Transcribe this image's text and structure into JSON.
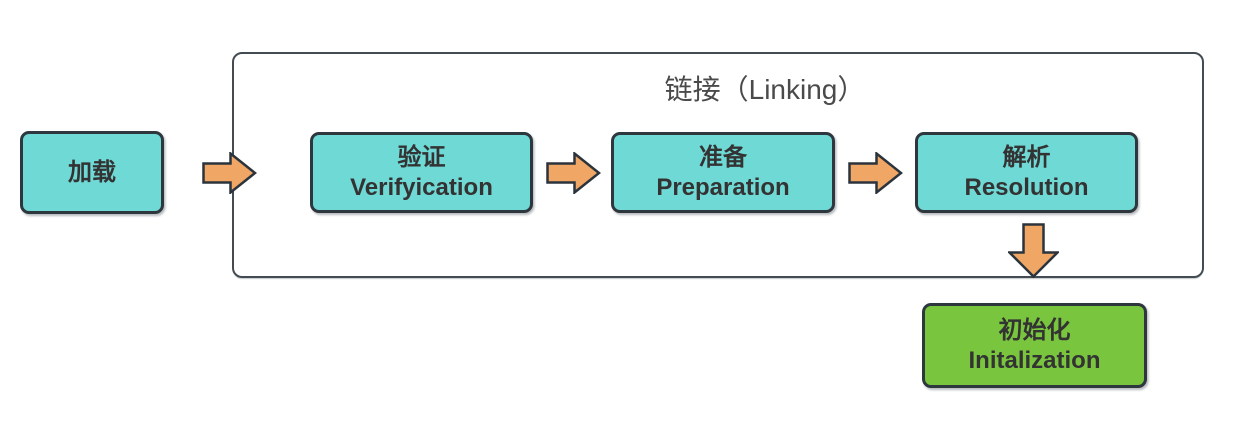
{
  "diagram": {
    "group": {
      "title": "链接（Linking）"
    },
    "nodes": [
      {
        "id": "load",
        "zh": "加载",
        "en": ""
      },
      {
        "id": "verification",
        "zh": "验证",
        "en": "Verifyication"
      },
      {
        "id": "preparation",
        "zh": "准备",
        "en": "Preparation"
      },
      {
        "id": "resolution",
        "zh": "解析",
        "en": "Resolution"
      },
      {
        "id": "initialization",
        "zh": "初始化",
        "en": "Initalization"
      }
    ],
    "colors": {
      "node_fill": "#6FD9D6",
      "final_node_fill": "#79C63E",
      "arrow_fill": "#F0A765",
      "arrow_stroke": "#2B343C",
      "node_border": "#2E373E",
      "group_border": "#444C53",
      "node_text": "#333333",
      "title_text": "#4A4A4A"
    }
  }
}
